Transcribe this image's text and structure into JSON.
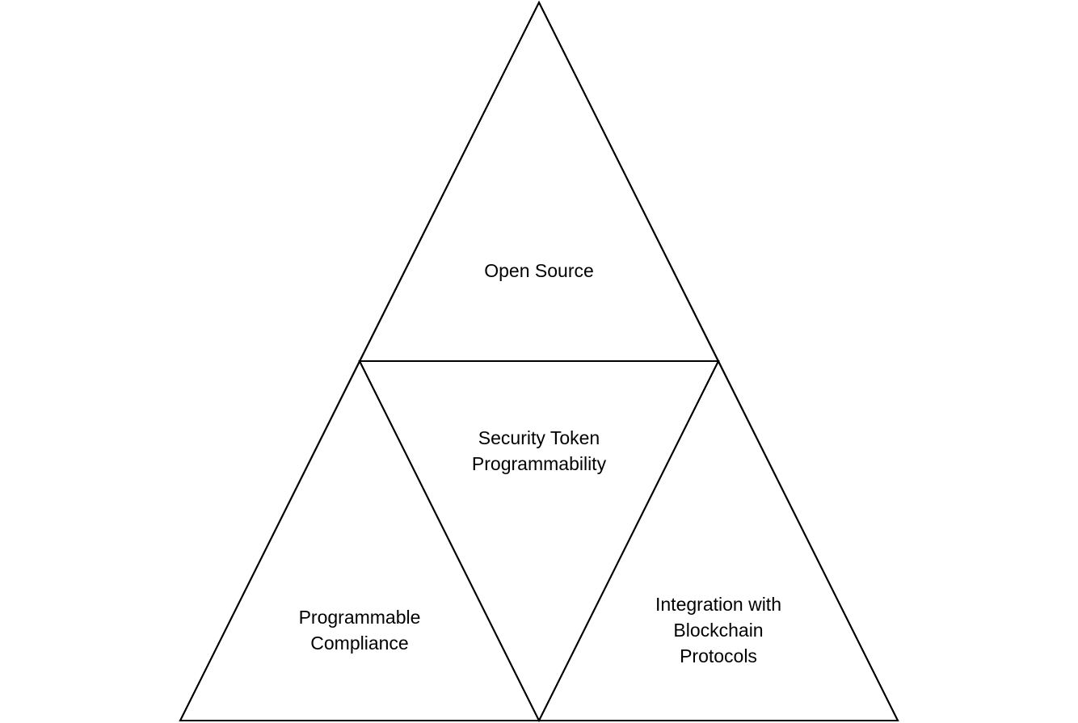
{
  "diagram": {
    "top": {
      "lines": [
        "Open Source"
      ]
    },
    "center": {
      "lines": [
        "Security Token",
        "Programmability"
      ]
    },
    "bottom_left": {
      "lines": [
        "Programmable",
        "Compliance"
      ]
    },
    "bottom_right": {
      "lines": [
        "Integration with",
        "Blockchain",
        "Protocols"
      ]
    },
    "stroke_color": "#000000"
  }
}
